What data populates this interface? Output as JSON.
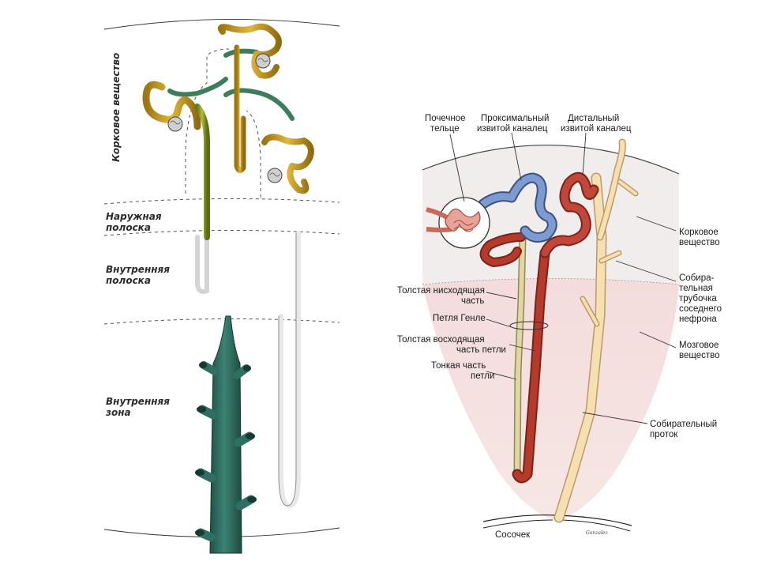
{
  "left_diagram": {
    "zones": {
      "cortex": "Корковое вещество",
      "outer_stripe_line1": "Наружная",
      "outer_stripe_line2": "полоска",
      "inner_stripe_line1": "Внутренняя",
      "inner_stripe_line2": "полоска",
      "inner_zone_line1": "Внутренняя",
      "inner_zone_line2": "зона"
    }
  },
  "right_diagram": {
    "labels": {
      "corpuscle_line1": "Почечное",
      "corpuscle_line2": "тельце",
      "proximal_line1": "Проксимальный",
      "proximal_line2": "извитой каналец",
      "distal_line1": "Дистальный",
      "distal_line2": "извитой каналец",
      "cortex_line1": "Корковое",
      "cortex_line2": "вещество",
      "thick_desc_line1": "Толстая нисходящая",
      "thick_desc_line2": "часть",
      "henle_loop": "Петля Генле",
      "thick_asc_line1": "Толстая восходящая",
      "thick_asc_line2": "часть петли",
      "thin_line1": "Тонкая часть",
      "thin_line2": "петли",
      "collecting_tubule_line1": "Собира-",
      "collecting_tubule_line2": "тельная",
      "collecting_tubule_line3": "трубочка",
      "collecting_tubule_line4": "соседнего",
      "collecting_tubule_line5": "нефрона",
      "medulla_line1": "Мозговое",
      "medulla_line2": "вещество",
      "collecting_duct_line1": "Собирательный",
      "collecting_duct_line2": "проток",
      "papilla": "Сосочек"
    },
    "signature": "Gonzalez"
  },
  "colors": {
    "cortex_fill": "#f3eff0",
    "medulla_fill": "#f3dede",
    "proximal_blue": "#6f8fc6",
    "distal_red": "#b83a2e",
    "loop_dark_red": "#a43428",
    "collecting_tan": "#f5dcaa",
    "left_gold": "#c9a12a",
    "left_olive": "#8a9a2c",
    "left_teal": "#2f6f62"
  }
}
